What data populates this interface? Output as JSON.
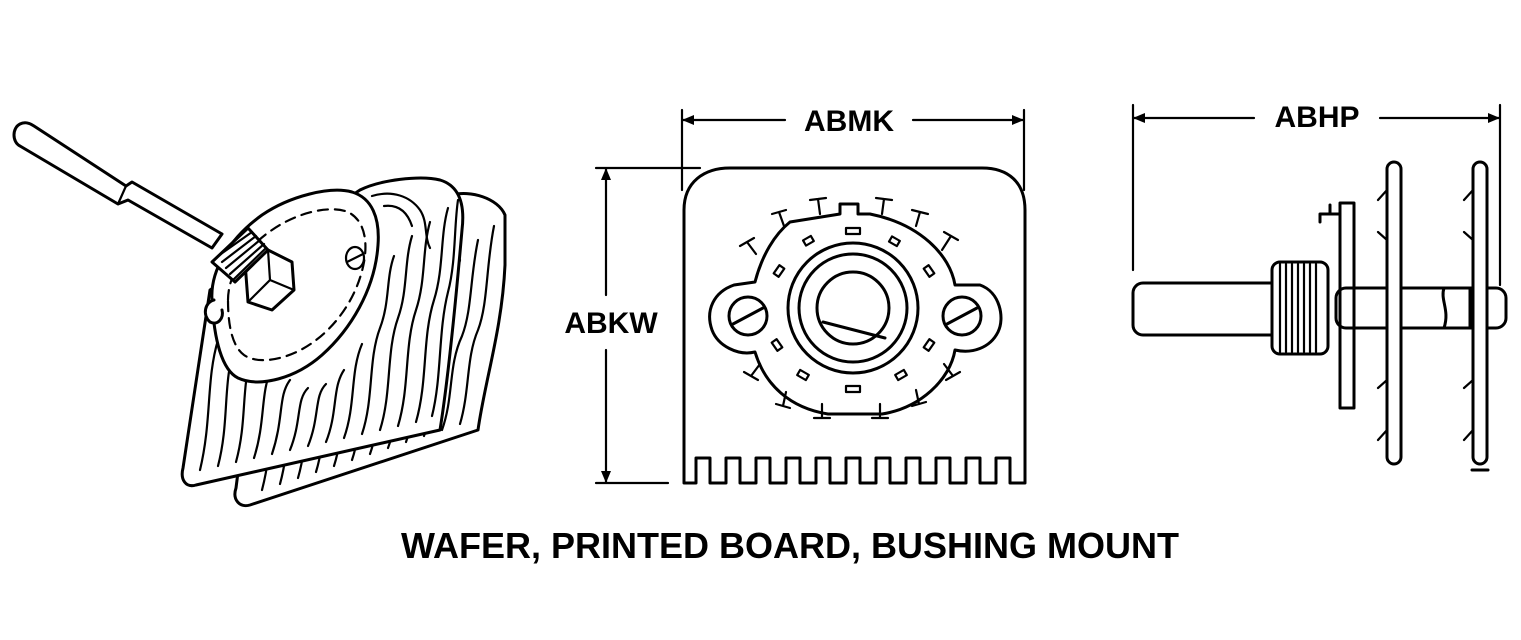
{
  "title": "WAFER, PRINTED BOARD, BUSHING MOUNT",
  "dimensions": {
    "width_label": "ABMK",
    "height_label": "ABKW",
    "depth_label": "ABHP"
  }
}
